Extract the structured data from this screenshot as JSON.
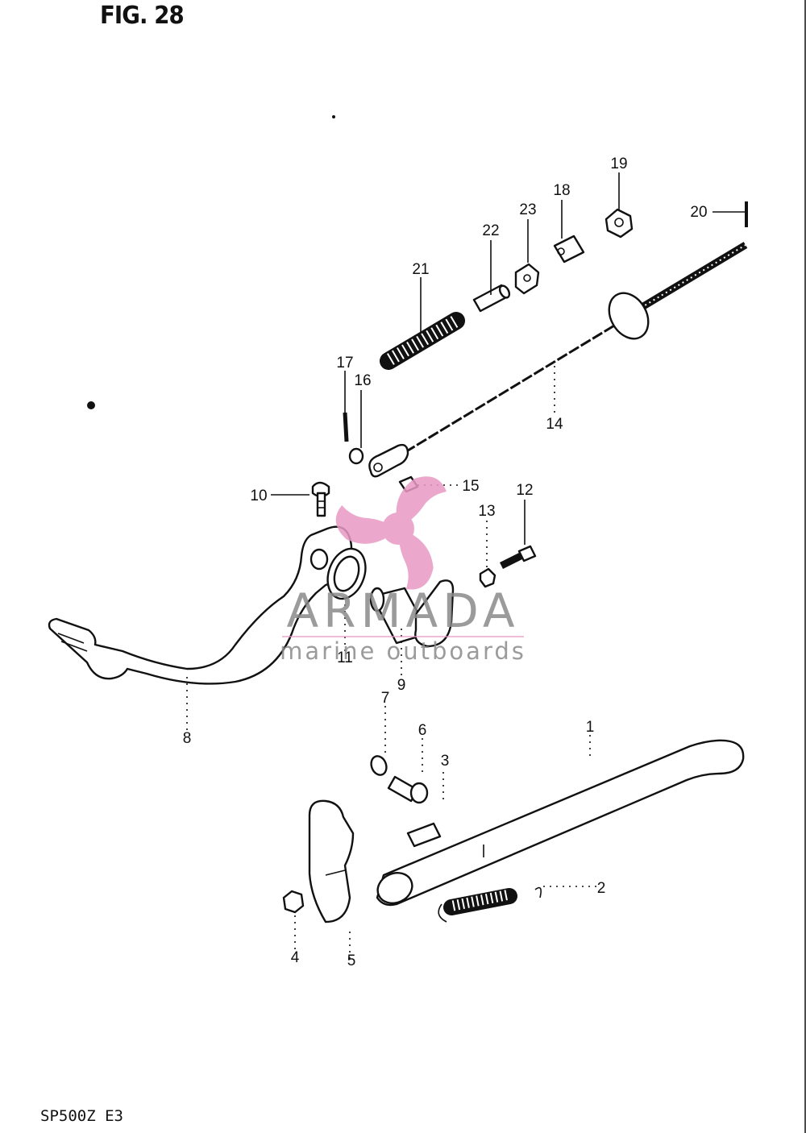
{
  "figure": {
    "title": "FIG. 28",
    "model_code": "SP500Z E3"
  },
  "watermark": {
    "brand": "ARMADA",
    "tagline": "marine outboards",
    "logo_color": "#e89ac4",
    "text_color": "#8a8a8a"
  },
  "callouts": [
    "1",
    "2",
    "3",
    "4",
    "5",
    "6",
    "7",
    "8",
    "9",
    "10",
    "11",
    "12",
    "13",
    "14",
    "15",
    "16",
    "17",
    "18",
    "19",
    "20",
    "21",
    "22",
    "23"
  ]
}
